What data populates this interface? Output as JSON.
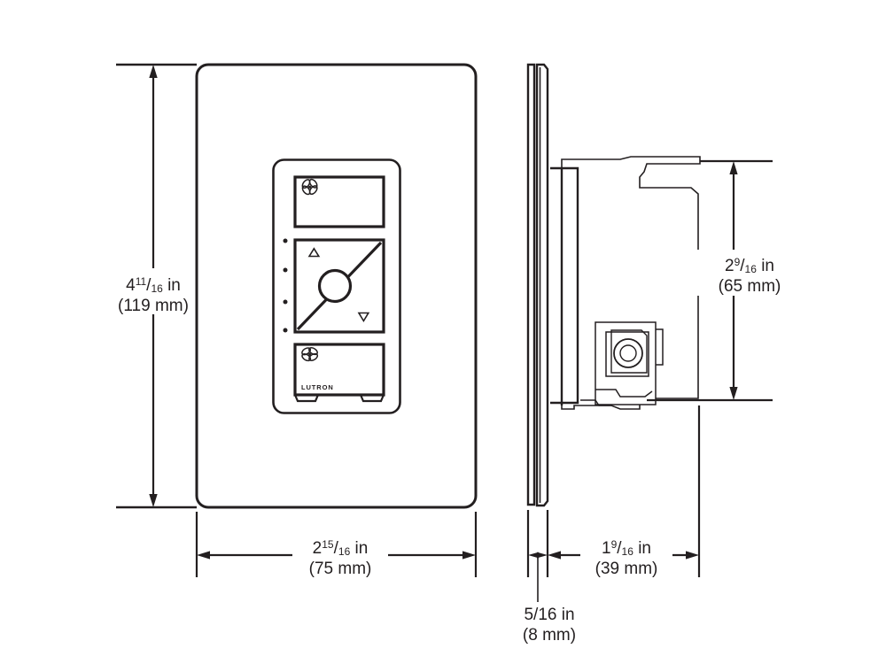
{
  "drawing": {
    "title": "Lutron fan control dimensional drawing",
    "views": {
      "front": "front-view",
      "side": "side-view"
    },
    "line_color": "#231f20",
    "background_color": "#ffffff"
  },
  "device": {
    "brand_label": "LUTRON",
    "buttons": {
      "top": {
        "name": "fan-on-button",
        "icon": "fan-icon"
      },
      "middle": {
        "name": "fan-speed-rocker",
        "icon": "raise-lower-rocker-icon",
        "raise_icon": "triangle-up-icon",
        "lower_icon": "triangle-down-icon"
      },
      "bottom": {
        "name": "fan-off-button",
        "icon": "fan-off-icon"
      }
    },
    "leds": {
      "name": "led-indicator-column",
      "count": 4
    }
  },
  "dimensions": {
    "height": {
      "name": "overall-height-dimension",
      "whole": "4",
      "num": "11",
      "den": "16",
      "unit": "in",
      "metric": "(119 mm)",
      "line1_plain": "4 11/16 in",
      "line2_plain": "(119 mm)"
    },
    "width": {
      "name": "overall-width-dimension",
      "whole": "2",
      "num": "15",
      "den": "16",
      "unit": "in",
      "metric": "(75 mm)",
      "line1_plain": "2 15/16 in",
      "line2_plain": "(75 mm)"
    },
    "body_height": {
      "name": "body-height-dimension",
      "whole": "2",
      "num": "9",
      "den": "16",
      "unit": "in",
      "metric": "(65 mm)",
      "line1_plain": "2 9/16 in",
      "line2_plain": "(65 mm)"
    },
    "body_depth": {
      "name": "body-depth-dimension",
      "whole": "1",
      "num": "9",
      "den": "16",
      "unit": "in",
      "metric": "(39 mm)",
      "line1_plain": "1 9/16 in",
      "line2_plain": "(39 mm)"
    },
    "faceplate_thickness": {
      "name": "faceplate-thickness-dimension",
      "line1": "5/16 in",
      "metric": "(8 mm)",
      "line1_plain": "5/16 in",
      "line2_plain": "(8 mm)"
    }
  }
}
